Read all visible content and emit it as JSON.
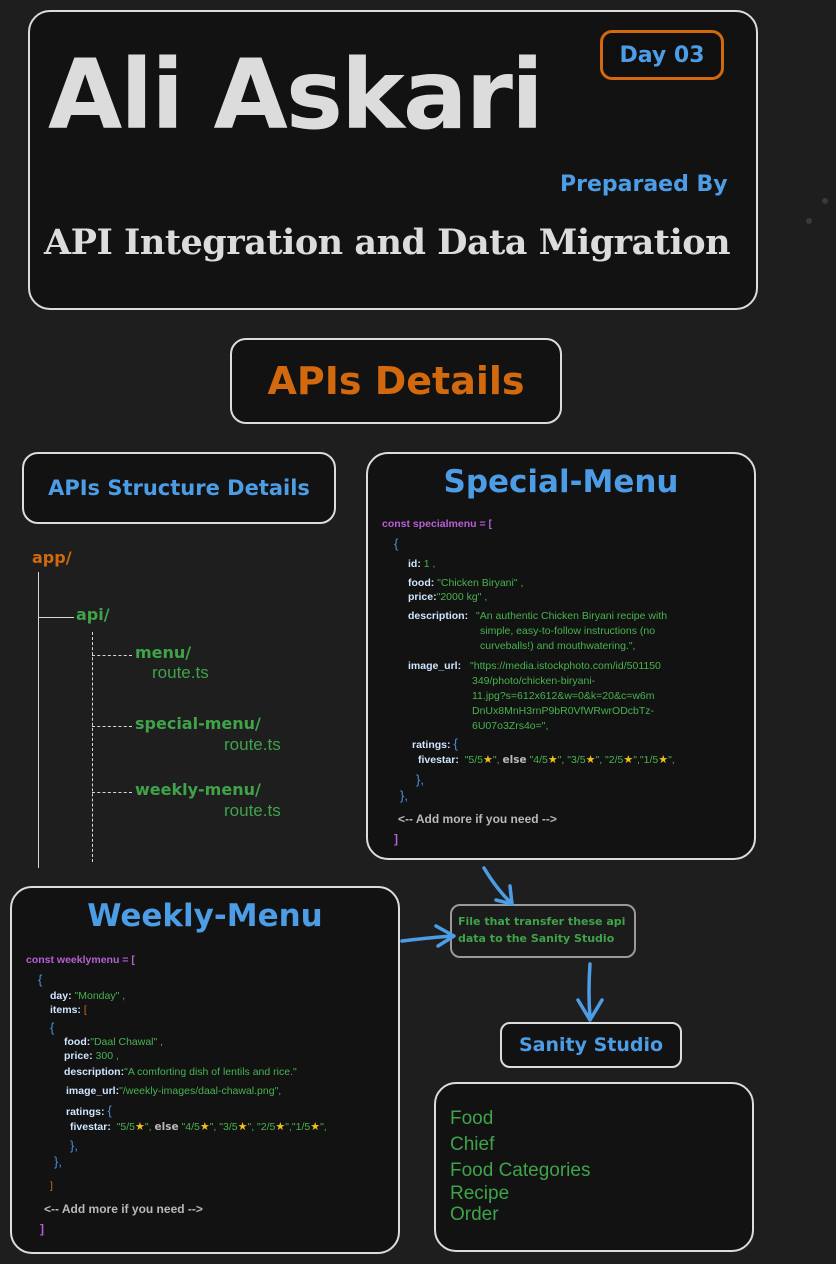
{
  "header": {
    "name": "Ali Askari",
    "day_badge": "Day 03",
    "prepared_by": "Preparaed By",
    "subtitle": "API Integration and Data Migration"
  },
  "apis_details_title": "APIs Details",
  "structure": {
    "title": "APIs Structure Details",
    "root": "app/",
    "api": "api/",
    "routes": [
      {
        "folder": "menu/",
        "file": "route.ts"
      },
      {
        "folder": "special-menu/",
        "file": "route.ts"
      },
      {
        "folder": "weekly-menu/",
        "file": "route.ts"
      }
    ]
  },
  "special_menu": {
    "title": "Special-Menu",
    "const_line": "const specialmenu = [",
    "open_brace": "{",
    "id_key": "id:",
    "id_val": "1 ,",
    "food_key": "food:",
    "food_val": "\"Chicken Biryani\" ,",
    "price_key": "price:",
    "price_val": "\"2000 kg\" ,",
    "desc_key": "description:",
    "desc_lines": [
      "\"An authentic Chicken Biryani recipe with",
      "simple, easy-to-follow instructions (no",
      "curveballs!) and mouthwatering.\","
    ],
    "image_key": "image_url:",
    "image_lines": [
      "\"https://media.istockphoto.com/id/501150",
      "349/photo/chicken-biryani-",
      "11.jpg?s=612x612&w=0&k=20&c=w6m",
      "DnUx8MnH3rnP9bR0VfWRwrODcbTz-",
      "6U07o3Zrs4o=\","
    ],
    "ratings_key": "ratings:",
    "ratings_brace": "{",
    "fivestar_key": "fivestar:",
    "fivestar_vals": [
      "\"5/5",
      "\",",
      "else",
      "\"4/5",
      "\", \"3/5",
      "\", \"2/5",
      "\",\"1/5",
      "\","
    ],
    "close_inner": "},",
    "close_outer": "},",
    "add_more": "<-- Add more if you need -->",
    "close_array": "]"
  },
  "weekly_menu": {
    "title": "Weekly-Menu",
    "const_line": "const weeklymenu = [",
    "open_brace": "{",
    "day_key": "day:",
    "day_val": "\"Monday\" ,",
    "items_key": "items:",
    "items_bracket": "[",
    "item_brace": "{",
    "food_key": "food:",
    "food_val": "\"Daal Chawal\" ,",
    "price_key": "price:",
    "price_val": "300 ,",
    "desc_key": "description:",
    "desc_val": "\"A comforting dish of lentils and rice.\"",
    "image_key": "image_url:",
    "image_val": "\"/weekly-images/daal-chawal.png\",",
    "ratings_key": "ratings:",
    "ratings_brace": "{",
    "fivestar_key": "fivestar:",
    "fivestar_vals": [
      "\"5/5",
      "\",",
      "else",
      "\"4/5",
      "\", \"3/5",
      "\", \"2/5",
      "\",\"1/5",
      "\","
    ],
    "close_ratings": "},",
    "close_item": "},",
    "close_items": "]",
    "add_more": "<-- Add more if you need -->",
    "close_array": "]"
  },
  "transfer_note": [
    "File that transfer these api",
    "data to the Sanity Studio"
  ],
  "sanity_studio": "Sanity Studio",
  "schemas": [
    "Food",
    "Chief",
    "Food Categories",
    "Recipe",
    "Order"
  ],
  "colors": {
    "blue": "#4d9de6",
    "orange": "#d2690f",
    "green": "#3fa34a",
    "purple": "#b75fd6",
    "background": "#1e1e1e"
  },
  "icons": [
    "star-icon",
    "arrow-icon"
  ]
}
